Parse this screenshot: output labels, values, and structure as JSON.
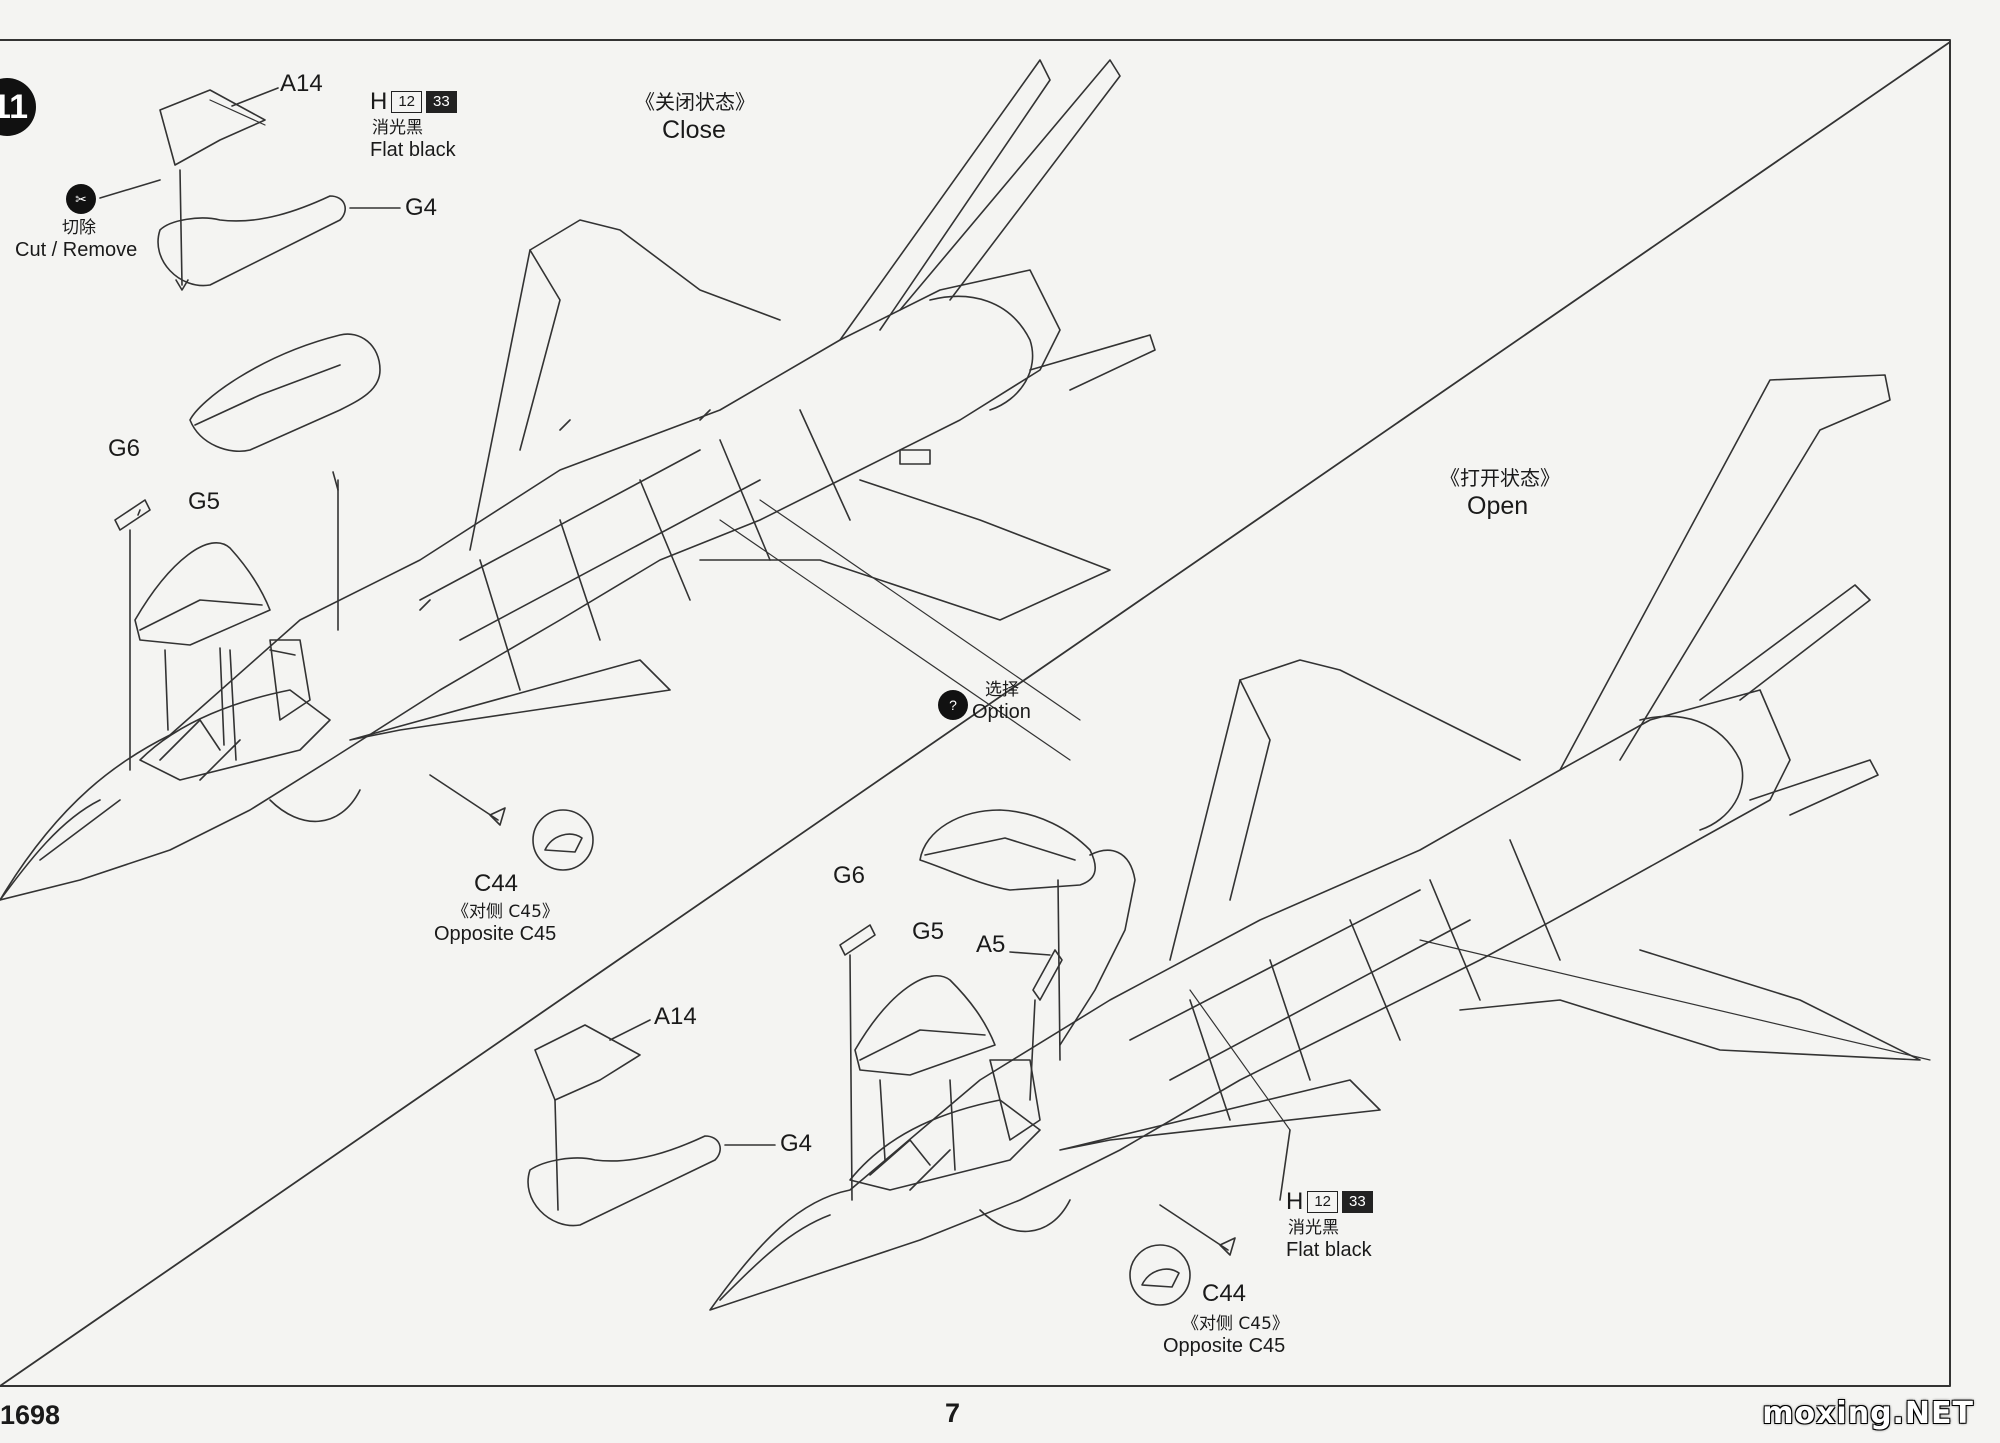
{
  "step": {
    "number": "11"
  },
  "close_view": {
    "title_cn": "《关闭状态》",
    "title_en": "Close",
    "parts": {
      "a14": "A14",
      "g4": "G4",
      "g5": "G5",
      "g6": "G6",
      "c44": "C44"
    },
    "paint": {
      "letter": "H",
      "code1": "12",
      "code2": "33",
      "cn": "消光黑",
      "en": "Flat black"
    },
    "cut": {
      "cn": "切除",
      "en": "Cut / Remove"
    },
    "opposite": {
      "cn": "《对侧 C45》",
      "en": "Opposite C45"
    }
  },
  "option": {
    "cn": "选择",
    "en": "Option"
  },
  "open_view": {
    "title_cn": "《打开状态》",
    "title_en": "Open",
    "parts": {
      "a14": "A14",
      "g4": "G4",
      "g5": "G5",
      "g6": "G6",
      "a5": "A5",
      "c44": "C44"
    },
    "paint": {
      "letter": "H",
      "code1": "12",
      "code2": "33",
      "cn": "消光黑",
      "en": "Flat black"
    },
    "opposite": {
      "cn": "《对侧 C45》",
      "en": "Opposite C45"
    }
  },
  "footer": {
    "code": "1698",
    "page": "7"
  },
  "watermark": "moxing.NET"
}
